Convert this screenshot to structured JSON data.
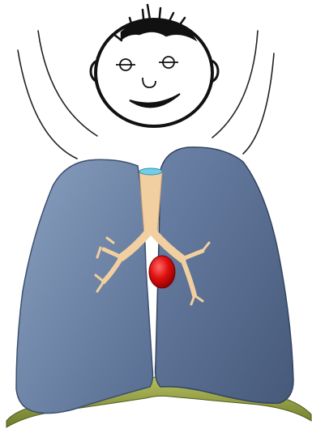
{
  "figure": {
    "background_color": "#ffffff",
    "colors": {
      "face_outline": "#111111",
      "right_lung": "#6f87ab",
      "left_lung": "#5a6f93",
      "trachea": "#f2cfa0",
      "tumor": "#e01010",
      "diaphragm": "#9aa64a"
    },
    "parts": [
      "child-face",
      "right-lung",
      "left-lung",
      "trachea",
      "bronchi",
      "tumor",
      "diaphragm"
    ]
  }
}
